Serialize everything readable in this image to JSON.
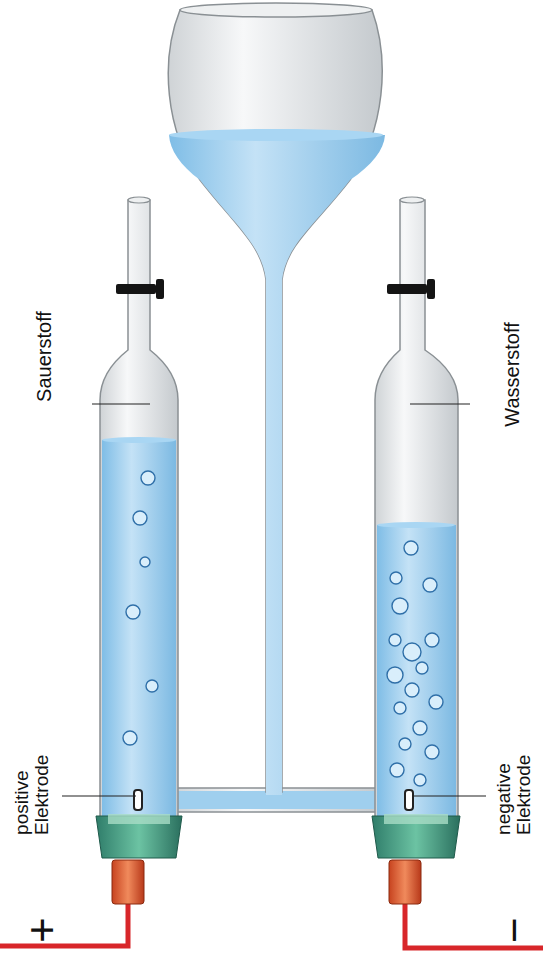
{
  "diagram": {
    "labels": [
      "Sauerstoff",
      "Wasserstoff",
      "positive Elektrode",
      "negative Elektrode",
      "+",
      "−"
    ]
  }
}
